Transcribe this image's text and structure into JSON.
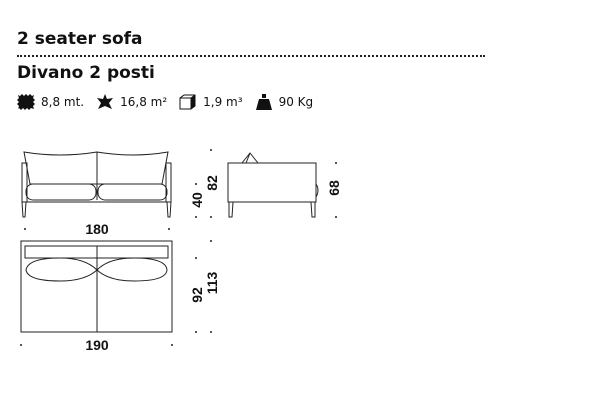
{
  "title_en": "2 seater sofa",
  "title_it": "Divano 2 posti",
  "specs": [
    {
      "icon": "fabric-icon",
      "value": "8,8 mt."
    },
    {
      "icon": "leather-icon",
      "value": "16,8 m²"
    },
    {
      "icon": "volume-box-icon",
      "value": "1,9 m³"
    },
    {
      "icon": "weight-icon",
      "value": "90 Kg"
    }
  ],
  "dimensions": {
    "front_width": "180",
    "seat_height": "40",
    "total_height": "82",
    "side_depth": "68",
    "plan_width": "190",
    "seat_depth": "92",
    "total_depth": "113"
  }
}
